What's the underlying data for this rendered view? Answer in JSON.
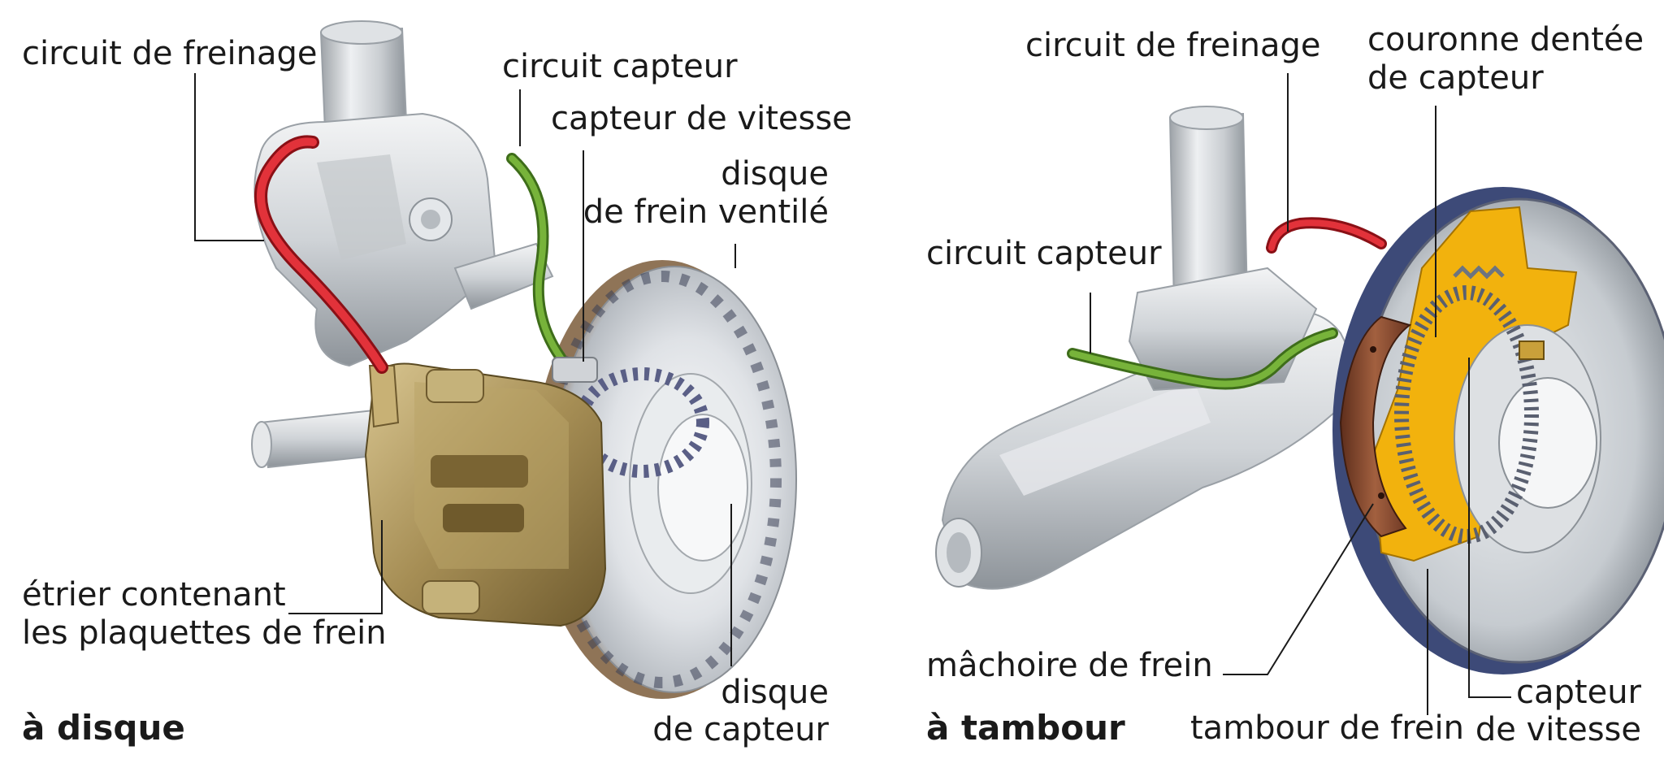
{
  "left": {
    "title": "à disque",
    "labels": {
      "circuit_freinage": "circuit de freinage",
      "circuit_capteur": "circuit capteur",
      "capteur_vitesse": "capteur de vitesse",
      "disque_ventile_1": "disque",
      "disque_ventile_2": "de frein ventilé",
      "etrier_1": "étrier contenant",
      "etrier_2": "les plaquettes de frein",
      "disque_capteur_1": "disque",
      "disque_capteur_2": "de capteur"
    }
  },
  "right": {
    "title": "à tambour",
    "labels": {
      "circuit_freinage": "circuit de freinage",
      "couronne_1": "couronne dentée",
      "couronne_2": "de capteur",
      "circuit_capteur": "circuit capteur",
      "machoire": "mâchoire de frein",
      "tambour": "tambour de frein",
      "capteur_vitesse_1": "capteur",
      "capteur_vitesse_2": "de vitesse"
    }
  },
  "colors": {
    "brake_line": "#d8242c",
    "sensor_line": "#5a9a2a",
    "caliper": "#a8925a",
    "metal": "#d9dcdf",
    "drum_blue": "#3d4a78",
    "cutaway_orange": "#f2b20d",
    "shoe_brown": "#8a4b32"
  }
}
